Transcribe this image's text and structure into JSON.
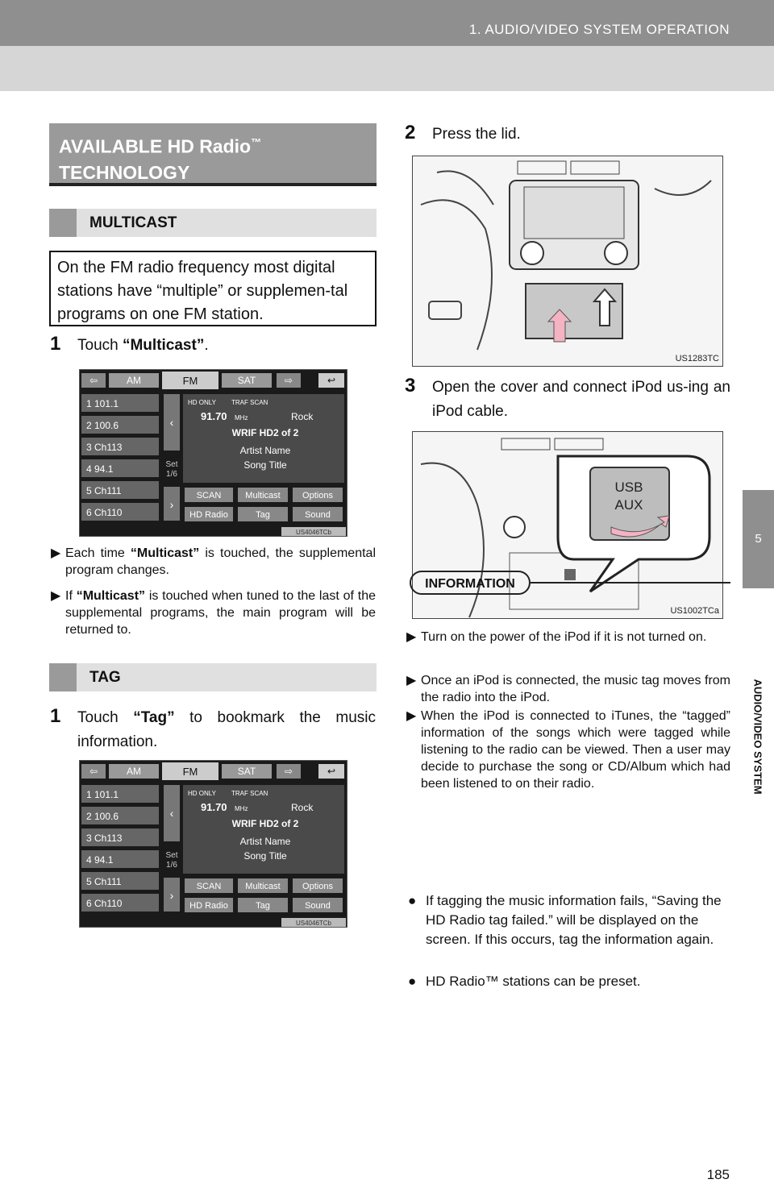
{
  "header": {
    "title": "1. AUDIO/VIDEO SYSTEM OPERATION"
  },
  "side_tab": {
    "number": "5",
    "label": "AUDIO/VIDEO SYSTEM"
  },
  "page_number": "185",
  "section": {
    "title_a": "AVAILABLE HD Radio",
    "tm": "™",
    "title_b": "TECHNOLOGY"
  },
  "multicast": {
    "heading": "MULTICAST",
    "intro": "On the FM radio frequency most digital stations have “multiple” or supplemen-tal programs on one FM station.",
    "step": {
      "num": "1",
      "pre": "Touch ",
      "key": "“Multicast”",
      "post": "."
    },
    "bullets": [
      {
        "pre": "Each time ",
        "key": "“Multicast”",
        "post": " is touched, the supplemental program changes."
      },
      {
        "pre": "If ",
        "key": "“Multicast”",
        "post": " is touched when tuned to the last of the supplemental programs, the main program will be returned to."
      }
    ]
  },
  "tag": {
    "heading": "TAG",
    "step": {
      "num": "1",
      "pre": "Touch ",
      "key": "“Tag”",
      "post": " to bookmark the music information."
    }
  },
  "radio_screen": {
    "tabs": [
      "AM",
      "FM",
      "SAT"
    ],
    "presets": [
      "1 101.1",
      "2 100.6",
      "3 Ch113",
      "4 94.1",
      "5 Ch111",
      "6 Ch110"
    ],
    "hd_only": "HD ONLY",
    "traf_scan": "TRAF SCAN",
    "freq": "91.70",
    "unit": "MHz",
    "genre": "Rock",
    "station": "WRIF HD2 of 2",
    "artist": "Artist Name",
    "song": "Song Title",
    "set": "Set 1/6",
    "buttons": [
      "SCAN",
      "Multicast",
      "Options",
      "HD Radio",
      "Tag",
      "Sound"
    ],
    "code": "US4046TCb"
  },
  "right": {
    "step2": {
      "num": "2",
      "text": "Press the lid."
    },
    "img1_code": "US1283TC",
    "step3": {
      "num": "3",
      "text": "Open the cover and connect iPod us-ing an iPod cable."
    },
    "img2_code": "US1002TCa",
    "usb": "USB",
    "aux": "AUX",
    "bullets": [
      "Turn on the power of the iPod if it is not turned on.",
      "Once an iPod is connected, the music tag moves from the radio into the iPod.",
      "When the iPod is connected to iTunes, the “tagged” information of the songs which were tagged while listening to the radio can be viewed. Then a user may decide to purchase the song or CD/Album which had been listened to on their radio."
    ]
  },
  "information": {
    "label": "INFORMATION",
    "items": [
      "If tagging the music information fails, “Saving the HD Radio tag failed.” will be displayed on the screen. If this occurs, tag the information again.",
      "HD Radio™ stations can be preset."
    ]
  }
}
